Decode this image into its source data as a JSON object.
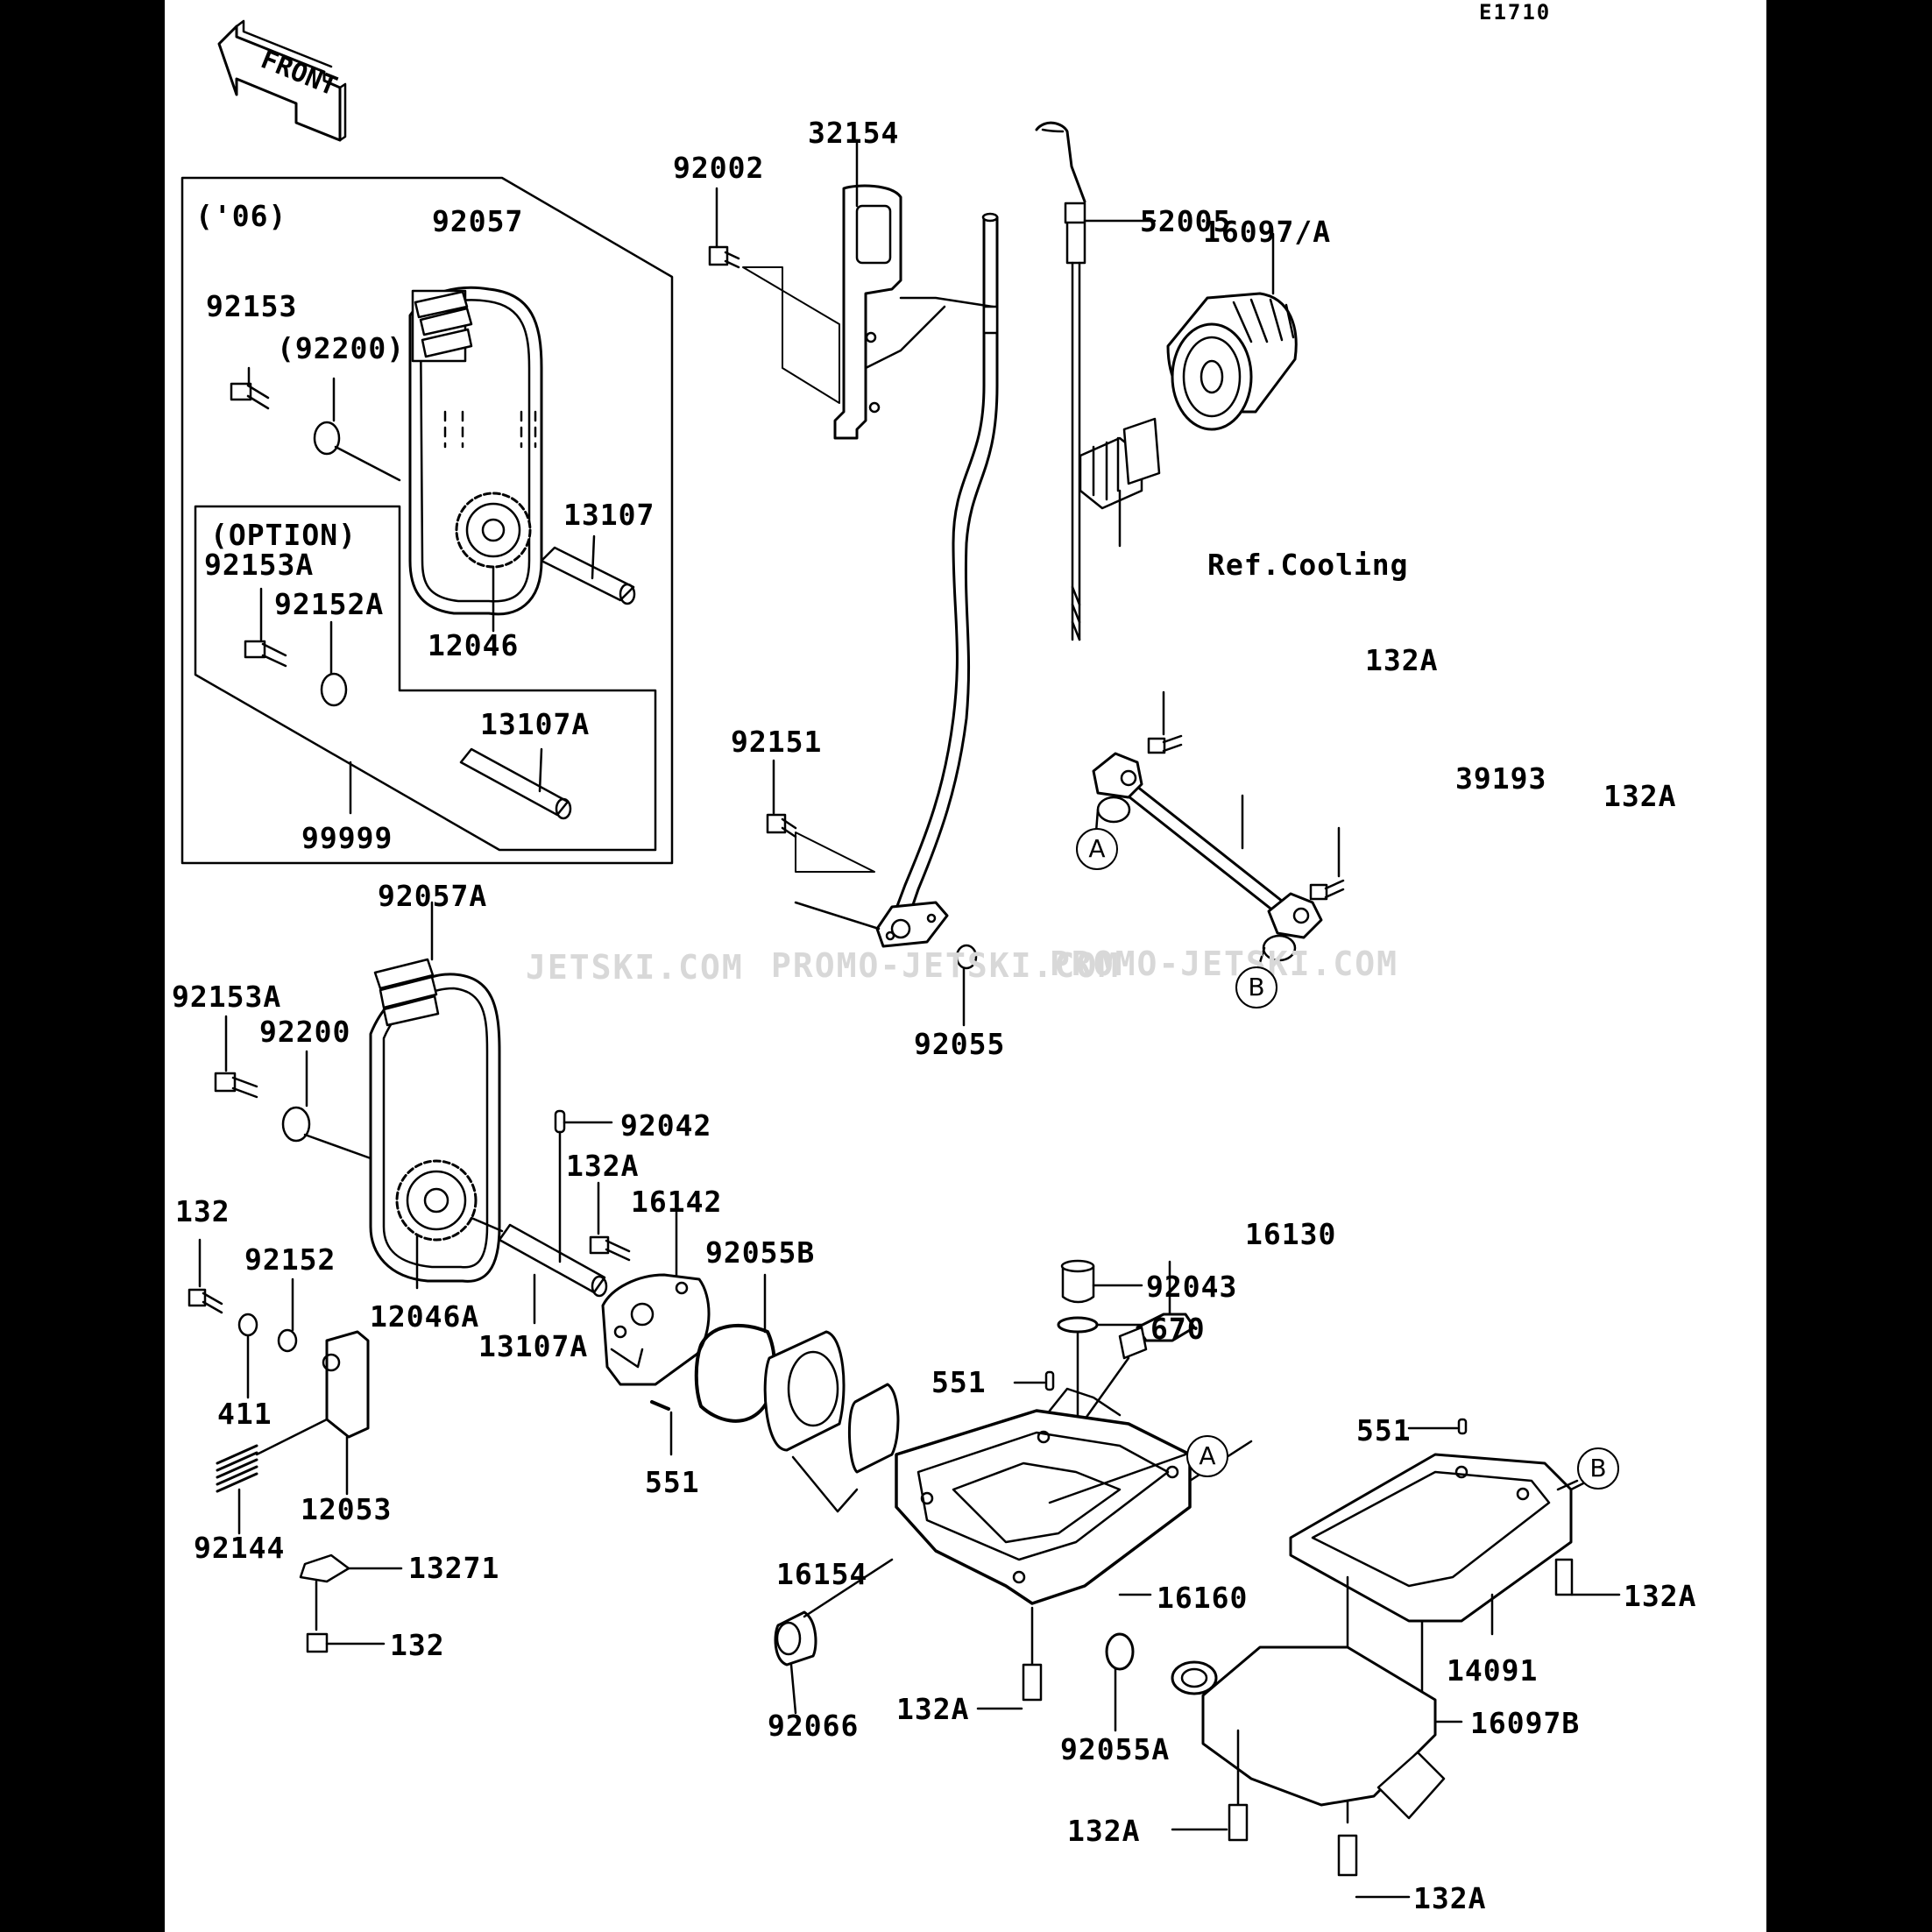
{
  "diagram_code": "E1710",
  "front_label": "FRONT",
  "box_labels": {
    "year": "('06)",
    "option": "(OPTION)"
  },
  "watermarks": [
    "JETSKI.COM",
    "PROMO-JETSKI.COM",
    "PROMO-JETSKI.COM"
  ],
  "ref_label": "Ref.Cooling",
  "connectors": {
    "a": "A",
    "b": "B"
  },
  "parts": {
    "p32154": "32154",
    "p92002": "92002",
    "p52005": "52005",
    "p16097A": "16097/A",
    "p92057": "92057",
    "p92153": "92153",
    "p92200_paren": "(92200)",
    "p13107": "13107",
    "p92153A_opt": "92153A",
    "p92152A": "92152A",
    "p12046": "12046",
    "p13107A_box": "13107A",
    "p99999": "99999",
    "p132A_top": "132A",
    "p39193": "39193",
    "p132A_right": "132A",
    "p92151": "92151",
    "p92055": "92055",
    "p92057A": "92057A",
    "p92153A": "92153A",
    "p92200": "92200",
    "p92042": "92042",
    "p132A_pump": "132A",
    "p16142": "16142",
    "p132_top": "132",
    "p92152": "92152",
    "p92055B": "92055B",
    "p16130": "16130",
    "p12046A": "12046A",
    "p13107A": "13107A",
    "p92043": "92043",
    "p670": "670",
    "p411": "411",
    "p551_pump": "551",
    "p551_left": "551",
    "p551_right": "551",
    "p12053": "12053",
    "p92144": "92144",
    "p13271": "13271",
    "p132_bottom": "132",
    "p16154": "16154",
    "p16160": "16160",
    "p132A_pan": "132A",
    "p14091": "14091",
    "p92066": "92066",
    "p132A_mid": "132A",
    "p92055A": "92055A",
    "p16097B": "16097B",
    "p132A_low": "132A",
    "p132A_bottom": "132A"
  }
}
